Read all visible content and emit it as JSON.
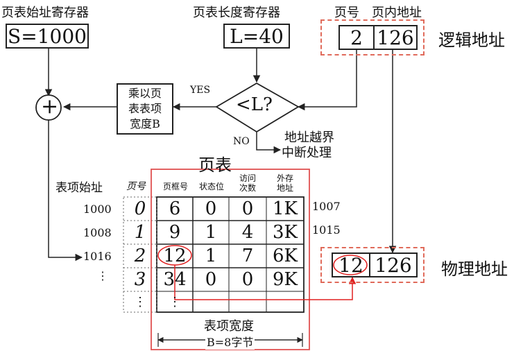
{
  "registers": {
    "page_table_start_label": "页表始址寄存器",
    "page_table_start_value": "S=1000",
    "page_table_length_label": "页表长度寄存器",
    "page_table_length_value": "L=40"
  },
  "logical_address": {
    "page_no_label": "页号",
    "offset_label": "页内地址",
    "page_no": "2",
    "offset": "126",
    "title": "逻辑地址"
  },
  "physical_address": {
    "frame": "12",
    "offset": "126",
    "title": "物理地址"
  },
  "operations": {
    "plus": "+",
    "multiply_box": [
      "乘以页",
      "表表项",
      "宽度B"
    ],
    "compare": "<L?",
    "yes": "YES",
    "no": "NO",
    "overflow": [
      "地址越界",
      "中断处理"
    ]
  },
  "page_table": {
    "title": "页表",
    "entry_start_label": "表项始址",
    "page_col_label": "页号",
    "headers": [
      "页框号",
      "状态位",
      [
        "访问",
        "次数"
      ],
      [
        "外存",
        "地址"
      ]
    ],
    "addresses_left": [
      "1000",
      "1008",
      "1016",
      "⋮"
    ],
    "addresses_right": [
      "1007",
      "1015"
    ],
    "rows": [
      {
        "page": "0",
        "frame": "6",
        "status": "0",
        "access": "0",
        "ext": "1K"
      },
      {
        "page": "1",
        "frame": "9",
        "status": "1",
        "access": "4",
        "ext": "3K"
      },
      {
        "page": "2",
        "frame": "12",
        "status": "1",
        "access": "7",
        "ext": "6K"
      },
      {
        "page": "3",
        "frame": "34",
        "status": "0",
        "access": "0",
        "ext": "9K"
      },
      {
        "page": "⋮",
        "frame": "⋮",
        "status": "",
        "access": "",
        "ext": ""
      }
    ],
    "width_label": "表项宽度",
    "width_value": "B=8字节"
  }
}
